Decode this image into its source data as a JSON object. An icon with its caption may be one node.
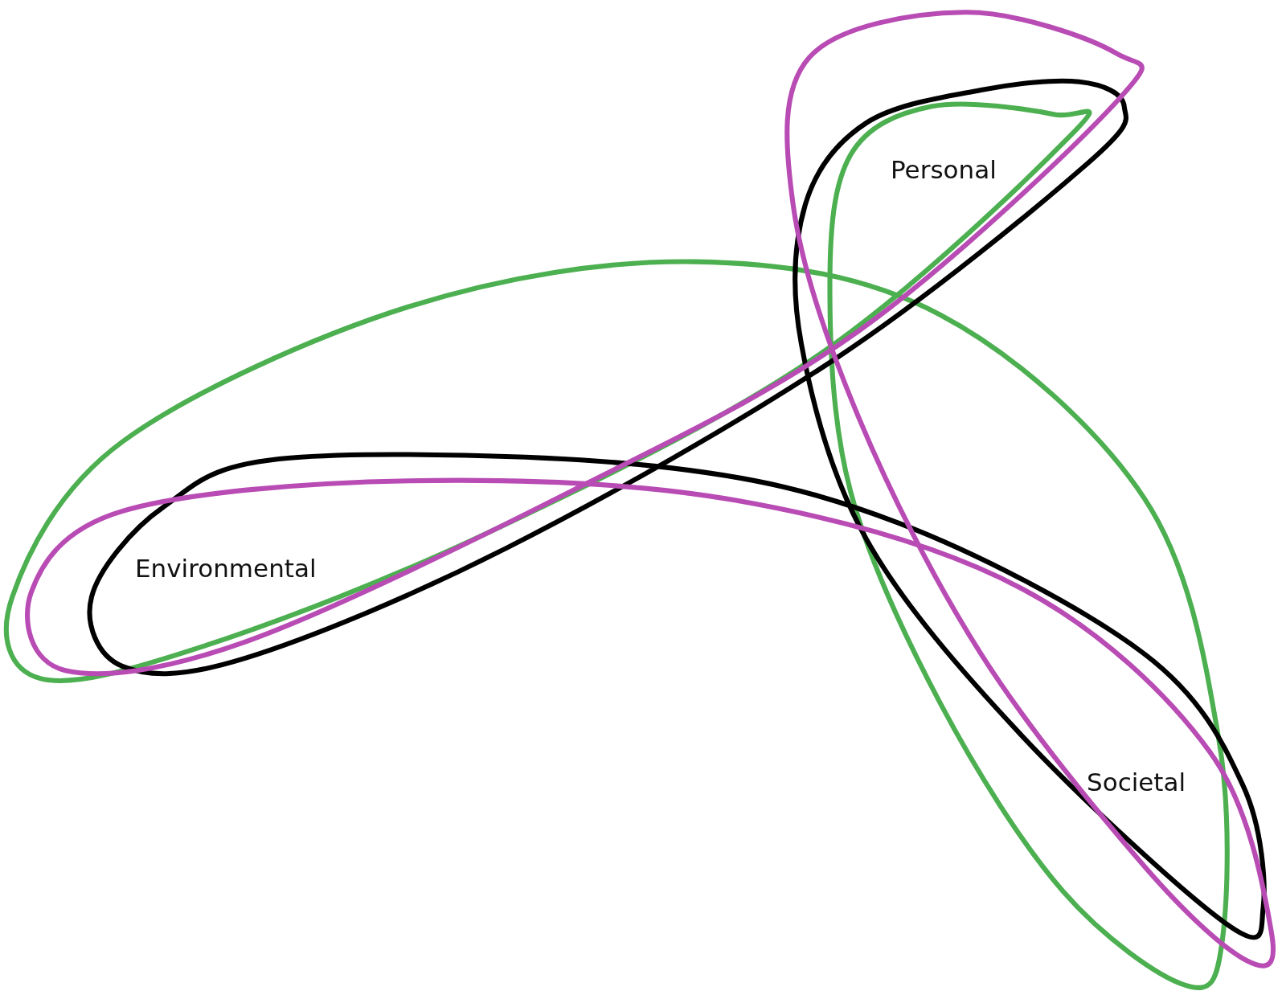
{
  "diagram": {
    "labels": [
      "Personal",
      "Environmental",
      "Societal"
    ]
  }
}
